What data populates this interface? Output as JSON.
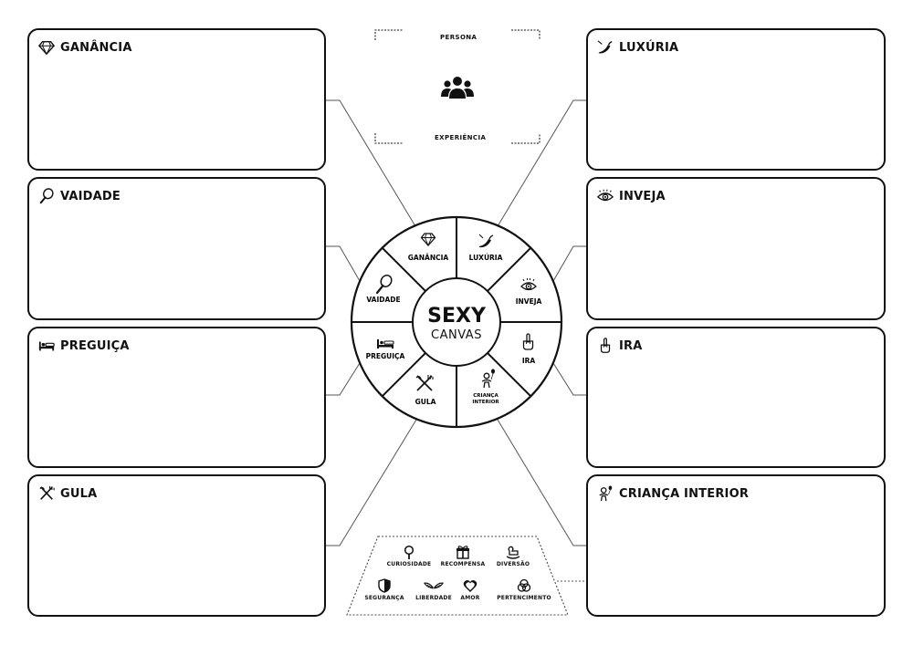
{
  "boxes": {
    "ganancia": {
      "title": "GANÂNCIA",
      "icon": "diamond-icon"
    },
    "vaidade": {
      "title": "VAIDADE",
      "icon": "hand-mirror-icon"
    },
    "preguica": {
      "title": "PREGUIÇA",
      "icon": "bed-icon"
    },
    "gula": {
      "title": "GULA",
      "icon": "fork-knife-icon"
    },
    "luxuria": {
      "title": "LUXÚRIA",
      "icon": "chili-pepper-icon"
    },
    "inveja": {
      "title": "INVEJA",
      "icon": "eye-icon"
    },
    "ira": {
      "title": "IRA",
      "icon": "middle-finger-icon"
    },
    "crianca": {
      "title": "CRIANÇA INTERIOR",
      "icon": "child-balloon-icon"
    }
  },
  "persona": {
    "top_label": "PERSONA",
    "bottom_label": "EXPERIÊNCIA",
    "icon": "people-group-icon"
  },
  "wheel": {
    "center_line1": "SEXY",
    "center_line2": "CANVAS",
    "segments": [
      {
        "label": "GANÂNCIA",
        "icon": "diamond-icon"
      },
      {
        "label": "LUXÚRIA",
        "icon": "chili-pepper-icon"
      },
      {
        "label": "INVEJA",
        "icon": "eye-icon"
      },
      {
        "label": "IRA",
        "icon": "middle-finger-icon"
      },
      {
        "label_line1": "CRIANÇA",
        "label_line2": "INTERIOR",
        "icon": "child-balloon-icon"
      },
      {
        "label": "GULA",
        "icon": "fork-knife-icon"
      },
      {
        "label": "PREGUIÇA",
        "icon": "bed-icon"
      },
      {
        "label": "VAIDADE",
        "icon": "hand-mirror-icon"
      }
    ]
  },
  "motives": [
    {
      "label": "CURIOSIDADE",
      "icon": "magnifier-icon"
    },
    {
      "label": "RECOMPENSA",
      "icon": "gift-icon"
    },
    {
      "label": "DIVERSÃO",
      "icon": "rocking-horse-icon"
    },
    {
      "label": "SEGURANÇA",
      "icon": "shield-icon"
    },
    {
      "label": "LIBERDADE",
      "icon": "wings-icon"
    },
    {
      "label": "AMOR",
      "icon": "heart-icon"
    },
    {
      "label": "PERTENCIMENTO",
      "icon": "venn-icon"
    }
  ]
}
